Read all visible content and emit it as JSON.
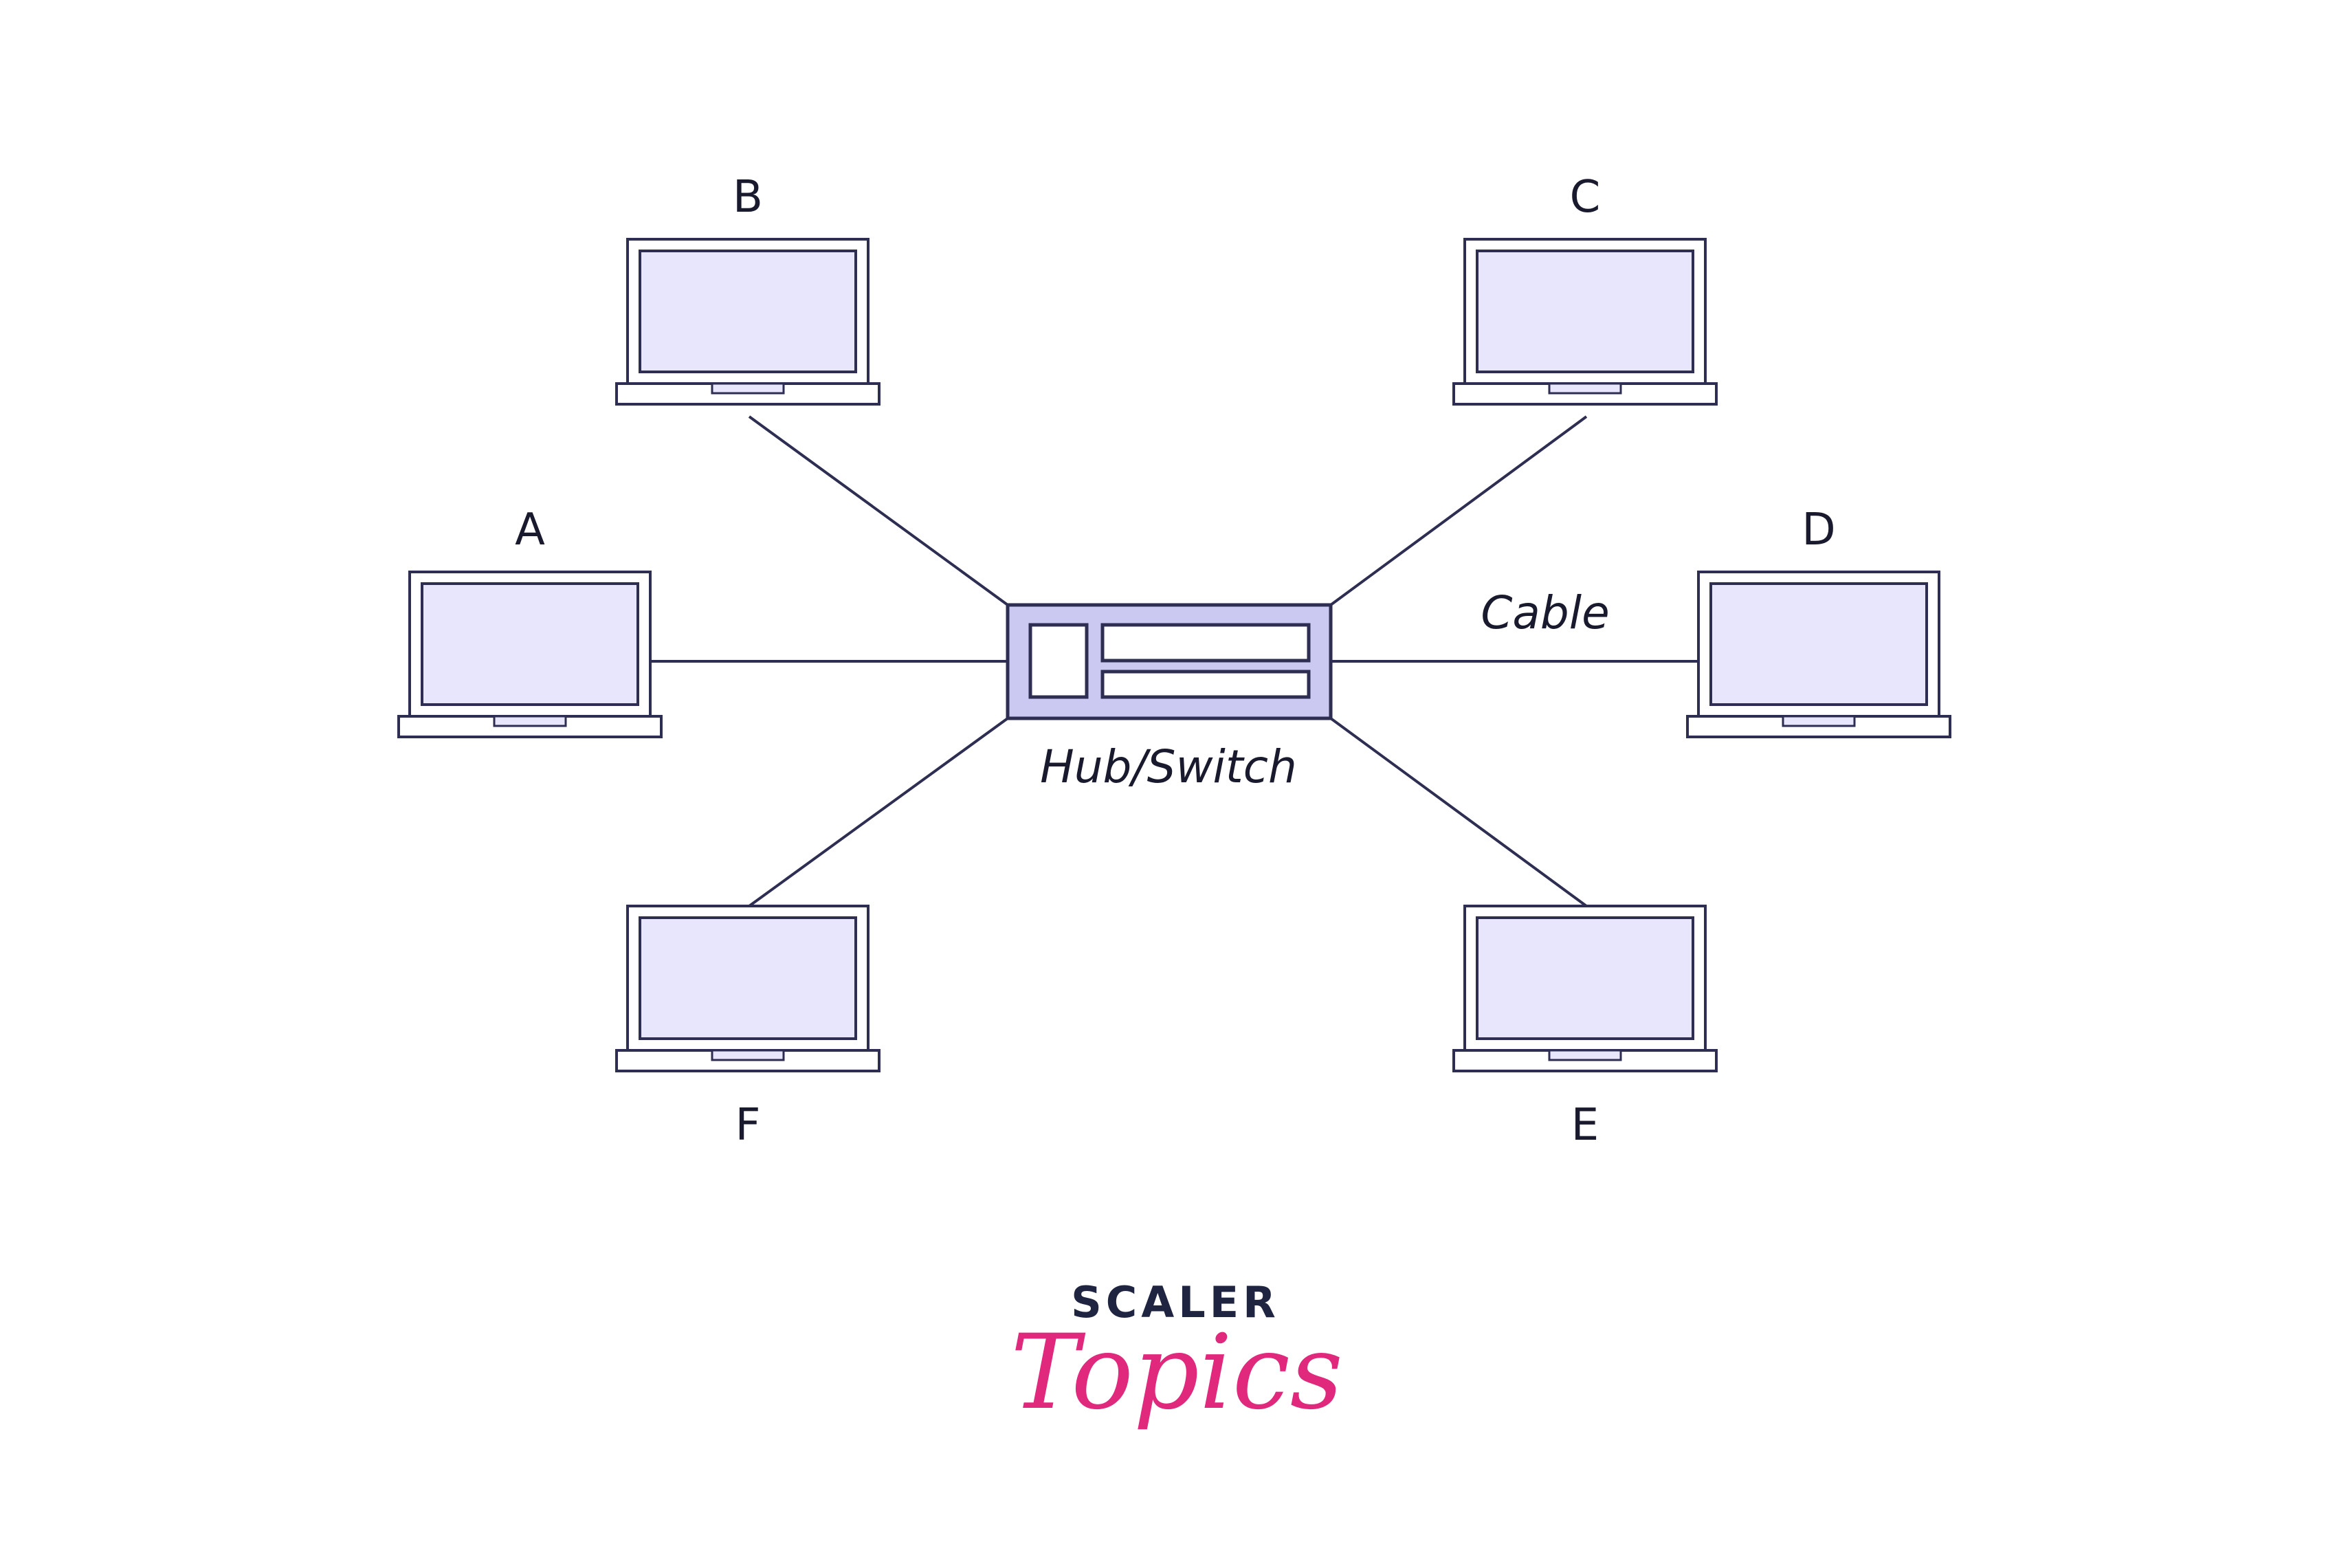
{
  "colors": {
    "stroke": "#2e2e52",
    "screen_fill": "#e8e6fc",
    "hub_fill": "#cbc8f1",
    "background": "#ffffff",
    "logo_dark": "#1f2540",
    "logo_accent": "#e0287d"
  },
  "hub": {
    "label": "Hub/Switch"
  },
  "cable_label": "Cable",
  "nodes": [
    {
      "id": "A",
      "label": "A"
    },
    {
      "id": "B",
      "label": "B"
    },
    {
      "id": "C",
      "label": "C"
    },
    {
      "id": "D",
      "label": "D"
    },
    {
      "id": "E",
      "label": "E"
    },
    {
      "id": "F",
      "label": "F"
    }
  ],
  "edges": [
    {
      "from": "hub",
      "to": "A"
    },
    {
      "from": "hub",
      "to": "B"
    },
    {
      "from": "hub",
      "to": "C"
    },
    {
      "from": "hub",
      "to": "D"
    },
    {
      "from": "hub",
      "to": "E"
    },
    {
      "from": "hub",
      "to": "F"
    }
  ],
  "logo": {
    "top": "SCALER",
    "bottom": "Topics"
  }
}
